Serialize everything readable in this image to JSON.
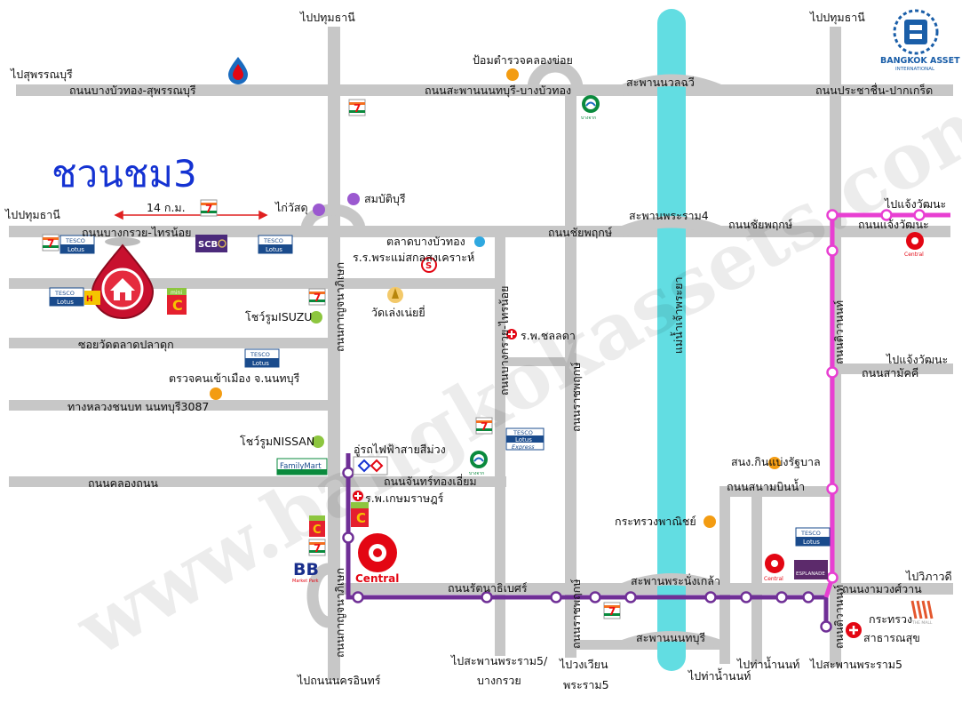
{
  "title": "ชวนชม3",
  "brand": {
    "name": "BANGKOK ASSET",
    "sub": "INTERNATIONAL"
  },
  "watermark": "www.bangkokassets.com",
  "distance": "14 ก.ม.",
  "river": {
    "label": "แม่น้ำเจ้าพระยา",
    "color": "#62dde2"
  },
  "colors": {
    "road": "#c7c7c7",
    "purple_line": "#6f2f96",
    "pink_line": "#e83fd2",
    "accent_blue": "#1432d2"
  },
  "roads": {
    "to_pathum_top": "ไปปทุมธานี",
    "to_suphan": "ไปสุพรรณบุรี",
    "bang_bua_thong_suphan": "ถนนบางบัวทอง-สุพรรณบุรี",
    "sapan_nonthaburi_bbt": "ถนนสะพานนนทบุรี-บางบัวทอง",
    "sapan_nuanchawee": "สะพานนวลฉวี",
    "pathum_top_right": "ไปปทุมธานี",
    "pracha_chuen_pakkret": "ถนนประชาชื่น-ปากเกร็ด",
    "to_pathum_left": "ไปปทุมธานี",
    "bang_kruai_sai_noi": "ถนนบางกรวย-ไทรน้อย",
    "chaiyaphruek_mid": "ถนนชัยพฤกษ์",
    "sapan_rama4": "สะพานพระราม4",
    "chaiyaphruek_right": "ถนนชัยพฤกษ์",
    "to_chaeng_watthana_1": "ไปแจ้งวัฒนะ",
    "chaeng_watthana": "ถนนแจ้งวัฒนะ",
    "sai_noi_road": "ถนนบางกรวย-ไทรน้อย",
    "soi_wat_talat_pladuk": "ซอยวัดตลาดปลาดุก",
    "highway_3087": "ทางหลวงชนบท นนทบุรี3087",
    "khlong_thanon": "ถนนคลองถนน",
    "kanchanaphisek": "ถนนกาญจนาภิเษก",
    "bang_kruai_sai_noi_vertical": "ถนนบางกรวย-ไทรน้อย",
    "ratchaphruek": "ถนนราชพฤกษ์",
    "chan_thong_iam": "ถนนจันทร์ทองเอี่ยม",
    "tiwanon": "ถนนติวานนท์",
    "to_chaeng_watthana_2": "ไปแจ้งวัฒนะ",
    "samakkhi": "ถนนสามัคคี",
    "sanambinnam": "ถนนสนามบินน้ำ",
    "rattanathibet": "ถนนรัตนาธิเบศร์",
    "sapan_phra_nang_klao": "สะพานพระนั่งเกล้า",
    "to_vibhavadi": "ไปวิภาวดี",
    "ngamwongwan": "ถนนงามวงศ์วาน",
    "tiwanon_lower": "ถนนติวานนท์",
    "sapan_nonthaburi": "สะพานนนทบุรี",
    "kanchanaphisek_lower": "ถนนกาญจนาภิเษก",
    "to_nakhon_in": "ไปถนนนครอินทร์",
    "to_sapan_rama5_a": "ไปสะพานพระราม5/",
    "to_sapan_rama5_b": "บางกรวย",
    "to_wongwian_a": "ไปวงเวียน",
    "to_wongwian_b": "พระราม5",
    "to_tha_nam_nonthaburi": "ไปท่าน้ำนนท์",
    "to_tha_nam_nonthaburi_2": "ไปท่าน้ำนนท์",
    "to_sapan_rama5_right": "ไปสะพานพระราม5"
  },
  "places": {
    "police_khlong_khoi": "ป้อมตำรวจคลองข่อย",
    "kaisuk": "ไก่วัสดุ",
    "sombatburi": "สมบัติบุรี",
    "bang_bua_thong_market": "ตลาดบางบัวทอง",
    "mae_kon_songkhro": "ร.ร.พระแม่สกลสงเคราะห์",
    "wat_lengnoei": "วัดเล่งเน่ยยี่",
    "showroom_isuzu": "โชว์รูมISUZU",
    "immigration": "ตรวจคนเข้าเมือง จ.นนทบุรี",
    "rp_chonlada": "ร.พ.ชลลดา",
    "showroom_nissan": "โชว์รูมNISSAN",
    "depot_sam_muang": "อู่รถไฟฟ้าสายสีม่วง",
    "rp_kasemrad": "ร.พ.เกษมราษฎร์",
    "government_office": "สนง.กินแบ่งรัฐบาล",
    "ministry_commerce": "กระทรวงพาณิชย์",
    "ministry_health_a": "กระทรวง",
    "ministry_health_b": "สาธารณสุข"
  },
  "brands": {
    "tesco": "TESCO",
    "lotus": "Lotus",
    "express": "Express",
    "scb": "SCB",
    "familymart": "FamilyMart",
    "central": "Central",
    "bb": "BB",
    "bb_sub": "Market Park",
    "esplanade": "ESPLANADE",
    "the_mall": "THE MALL",
    "mini": "mini",
    "seven": "7",
    "homepro": "HomePro",
    "bangchak": "บางจาก"
  }
}
